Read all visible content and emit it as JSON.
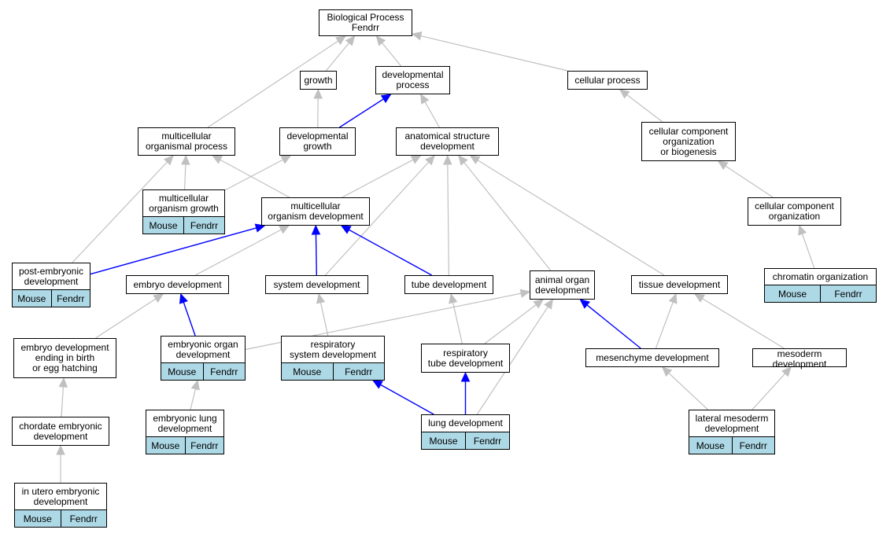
{
  "colors": {
    "edge_gray": "#c0c0c0",
    "edge_blue": "#0000ff",
    "annotation_bg": "#add8e6",
    "border": "#000000"
  },
  "nodes": {
    "biological_process": {
      "label": "Biological Process\nFendrr"
    },
    "growth": {
      "label": "growth"
    },
    "developmental_process": {
      "label": "developmental\nprocess"
    },
    "cellular_process": {
      "label": "cellular process"
    },
    "multicellular_organismal_process": {
      "label": "multicellular\norganismal process"
    },
    "developmental_growth": {
      "label": "developmental\ngrowth"
    },
    "anatomical_structure_development": {
      "label": "anatomical structure\ndevelopment"
    },
    "cellular_component_org_biogenesis": {
      "label": "cellular component\norganization\nor biogenesis"
    },
    "multicellular_organism_growth": {
      "label": "multicellular\norganism growth",
      "tags": [
        "Mouse",
        "Fendrr"
      ]
    },
    "multicellular_organism_development": {
      "label": "multicellular\norganism development"
    },
    "cellular_component_organization": {
      "label": "cellular component\norganization"
    },
    "post_embryonic_development": {
      "label": "post-embryonic\ndevelopment",
      "tags": [
        "Mouse",
        "Fendrr"
      ]
    },
    "embryo_development": {
      "label": "embryo development"
    },
    "system_development": {
      "label": "system development"
    },
    "tube_development": {
      "label": "tube development"
    },
    "animal_organ_development": {
      "label": "animal organ\ndevelopment"
    },
    "tissue_development": {
      "label": "tissue development"
    },
    "chromatin_organization": {
      "label": "chromatin organization",
      "tags": [
        "Mouse",
        "Fendrr"
      ]
    },
    "embryo_development_birth": {
      "label": "embryo development\nending in birth\nor egg hatching"
    },
    "embryonic_organ_development": {
      "label": "embryonic organ\ndevelopment",
      "tags": [
        "Mouse",
        "Fendrr"
      ]
    },
    "respiratory_system_development": {
      "label": "respiratory\nsystem development",
      "tags": [
        "Mouse",
        "Fendrr"
      ]
    },
    "respiratory_tube_development": {
      "label": "respiratory\ntube development"
    },
    "mesenchyme_development": {
      "label": "mesenchyme development"
    },
    "mesoderm_development": {
      "label": "mesoderm development"
    },
    "chordate_embryonic_development": {
      "label": "chordate embryonic\ndevelopment"
    },
    "embryonic_lung_development": {
      "label": "embryonic lung\ndevelopment",
      "tags": [
        "Mouse",
        "Fendrr"
      ]
    },
    "lung_development": {
      "label": "lung development",
      "tags": [
        "Mouse",
        "Fendrr"
      ]
    },
    "lateral_mesoderm_development": {
      "label": "lateral mesoderm\ndevelopment",
      "tags": [
        "Mouse",
        "Fendrr"
      ]
    },
    "in_utero_embryonic_development": {
      "label": "in utero embryonic\ndevelopment",
      "tags": [
        "Mouse",
        "Fendrr"
      ]
    }
  },
  "edges": [
    {
      "from": "growth",
      "to": "biological_process",
      "color": "gray"
    },
    {
      "from": "developmental_process",
      "to": "biological_process",
      "color": "gray"
    },
    {
      "from": "cellular_process",
      "to": "biological_process",
      "color": "gray"
    },
    {
      "from": "multicellular_organismal_process",
      "to": "biological_process",
      "color": "gray"
    },
    {
      "from": "developmental_growth",
      "to": "growth",
      "color": "gray"
    },
    {
      "from": "developmental_growth",
      "to": "developmental_process",
      "color": "blue"
    },
    {
      "from": "anatomical_structure_development",
      "to": "developmental_process",
      "color": "gray"
    },
    {
      "from": "cellular_component_org_biogenesis",
      "to": "cellular_process",
      "color": "gray"
    },
    {
      "from": "multicellular_organism_growth",
      "to": "multicellular_organismal_process",
      "color": "gray"
    },
    {
      "from": "multicellular_organism_growth",
      "to": "developmental_growth",
      "color": "gray"
    },
    {
      "from": "multicellular_organism_development",
      "to": "multicellular_organismal_process",
      "color": "gray"
    },
    {
      "from": "multicellular_organism_development",
      "to": "anatomical_structure_development",
      "color": "gray"
    },
    {
      "from": "cellular_component_organization",
      "to": "cellular_component_org_biogenesis",
      "color": "gray"
    },
    {
      "from": "post_embryonic_development",
      "to": "multicellular_organismal_process",
      "color": "gray"
    },
    {
      "from": "post_embryonic_development",
      "to": "multicellular_organism_development",
      "color": "blue"
    },
    {
      "from": "embryo_development",
      "to": "multicellular_organism_development",
      "color": "gray"
    },
    {
      "from": "system_development",
      "to": "multicellular_organism_development",
      "color": "blue"
    },
    {
      "from": "system_development",
      "to": "anatomical_structure_development",
      "color": "gray"
    },
    {
      "from": "tube_development",
      "to": "multicellular_organism_development",
      "color": "blue"
    },
    {
      "from": "tube_development",
      "to": "anatomical_structure_development",
      "color": "gray"
    },
    {
      "from": "animal_organ_development",
      "to": "anatomical_structure_development",
      "color": "gray"
    },
    {
      "from": "tissue_development",
      "to": "anatomical_structure_development",
      "color": "gray"
    },
    {
      "from": "chromatin_organization",
      "to": "cellular_component_organization",
      "color": "gray"
    },
    {
      "from": "embryo_development_birth",
      "to": "embryo_development",
      "color": "gray"
    },
    {
      "from": "embryonic_organ_development",
      "to": "embryo_development",
      "color": "blue"
    },
    {
      "from": "embryonic_organ_development",
      "to": "animal_organ_development",
      "color": "gray"
    },
    {
      "from": "respiratory_system_development",
      "to": "system_development",
      "color": "gray"
    },
    {
      "from": "respiratory_tube_development",
      "to": "tube_development",
      "color": "gray"
    },
    {
      "from": "respiratory_tube_development",
      "to": "animal_organ_development",
      "color": "gray"
    },
    {
      "from": "mesenchyme_development",
      "to": "animal_organ_development",
      "color": "blue"
    },
    {
      "from": "mesenchyme_development",
      "to": "tissue_development",
      "color": "gray"
    },
    {
      "from": "mesoderm_development",
      "to": "tissue_development",
      "color": "gray"
    },
    {
      "from": "chordate_embryonic_development",
      "to": "embryo_development_birth",
      "color": "gray"
    },
    {
      "from": "embryonic_lung_development",
      "to": "embryonic_organ_development",
      "color": "gray"
    },
    {
      "from": "lung_development",
      "to": "respiratory_system_development",
      "color": "blue"
    },
    {
      "from": "lung_development",
      "to": "respiratory_tube_development",
      "color": "blue"
    },
    {
      "from": "lung_development",
      "to": "animal_organ_development",
      "color": "gray"
    },
    {
      "from": "lateral_mesoderm_development",
      "to": "mesenchyme_development",
      "color": "gray"
    },
    {
      "from": "lateral_mesoderm_development",
      "to": "mesoderm_development",
      "color": "gray"
    },
    {
      "from": "in_utero_embryonic_development",
      "to": "chordate_embryonic_development",
      "color": "gray"
    }
  ]
}
